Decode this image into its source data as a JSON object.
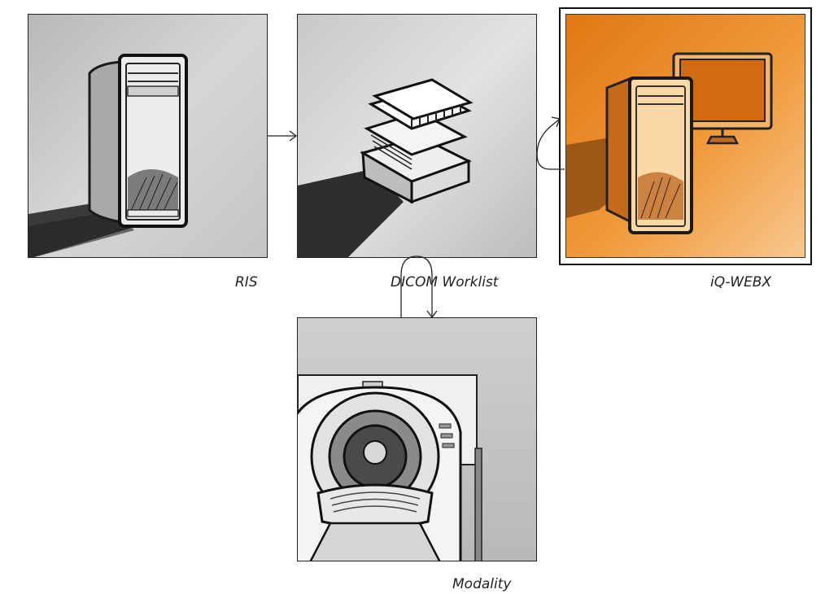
{
  "diagram": {
    "nodes": [
      {
        "id": "ris",
        "label": "RIS",
        "icon": "computer-tower-icon"
      },
      {
        "id": "worklist",
        "label": "DICOM Worklist",
        "icon": "document-stack-icon"
      },
      {
        "id": "webx",
        "label": "iQ-WEBX",
        "icon": "workstation-icon"
      },
      {
        "id": "modality",
        "label": "Modality",
        "icon": "mri-scanner-icon"
      }
    ],
    "edges": [
      {
        "from": "RIS",
        "to": "DICOM Worklist"
      },
      {
        "from": "DICOM Worklist",
        "to": "iQ-WEBX"
      },
      {
        "from": "DICOM Worklist",
        "to": "Modality"
      }
    ],
    "colors": {
      "accent": "#e8861c",
      "stroke": "#222222",
      "panel_gray": "#c8c8c8"
    }
  }
}
